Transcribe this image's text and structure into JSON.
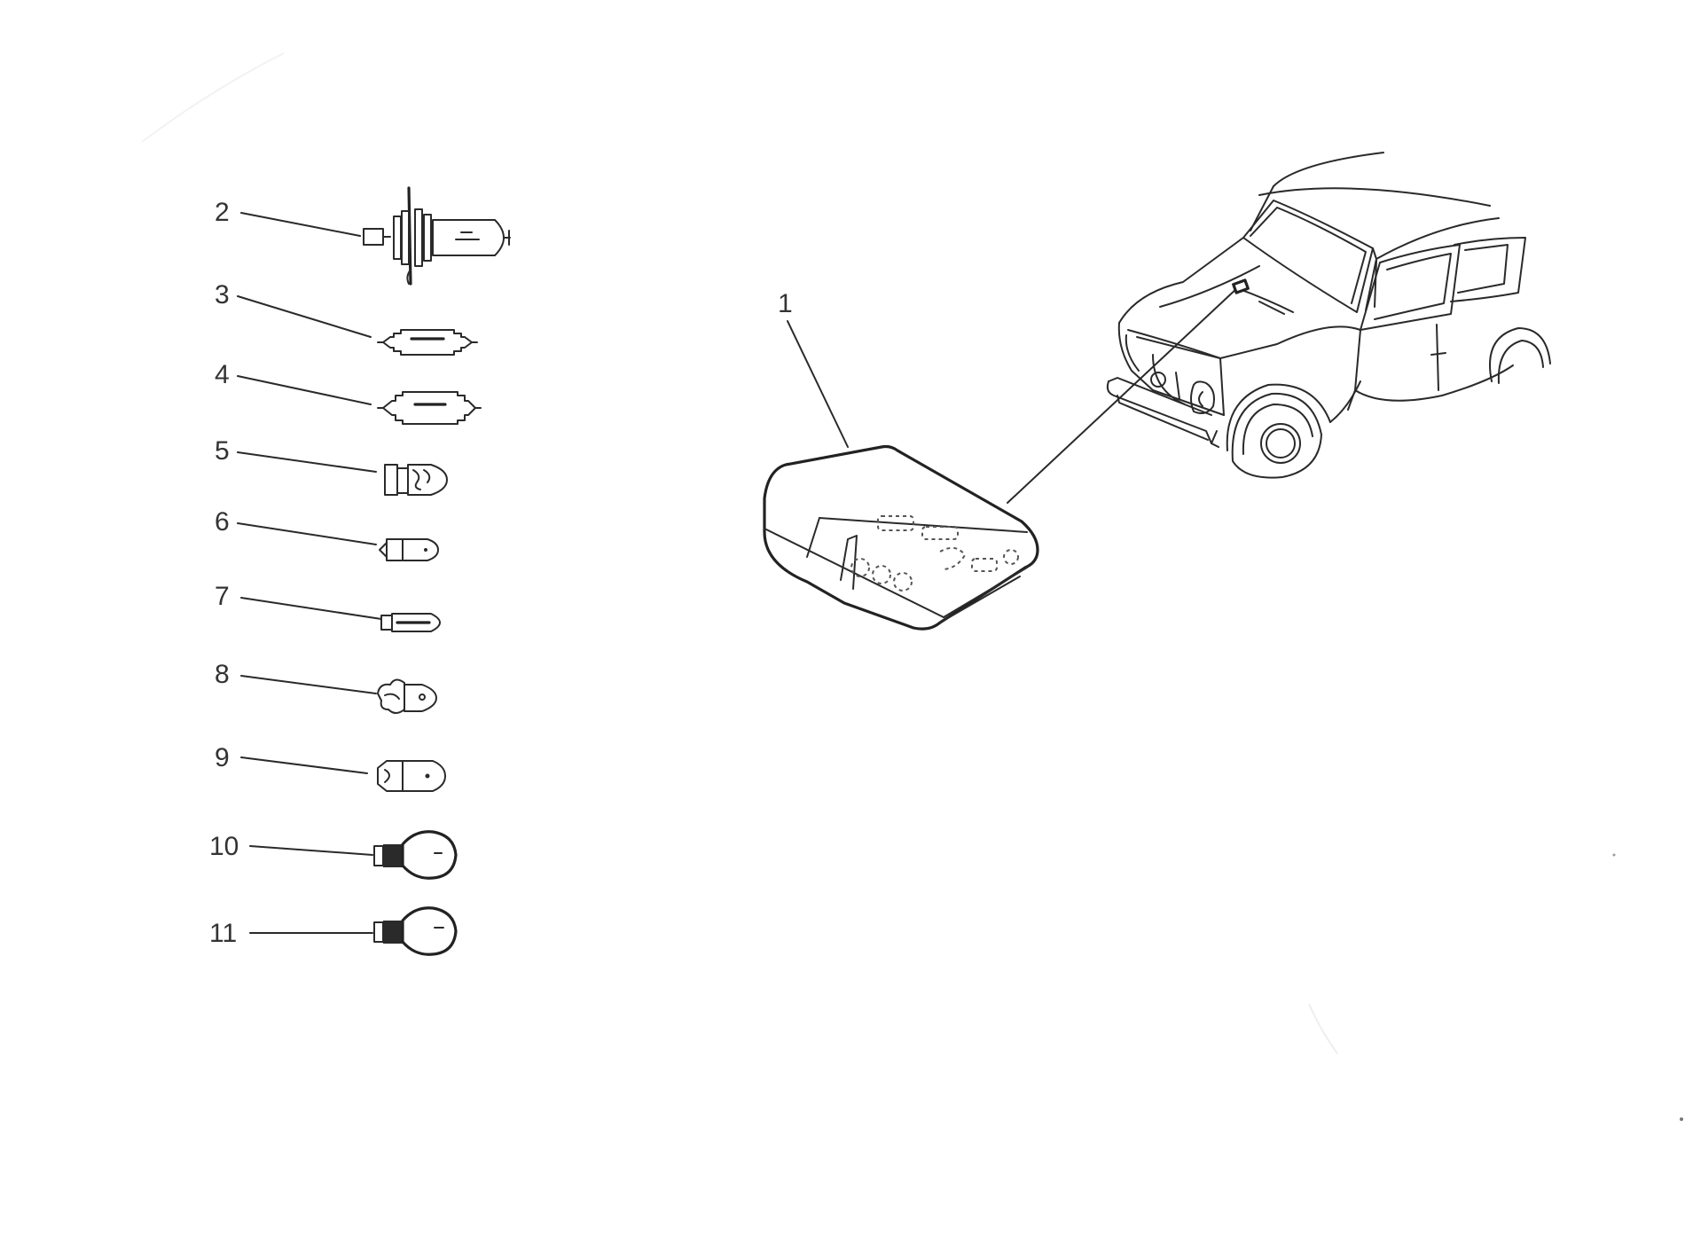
{
  "callouts": {
    "c1": "1",
    "c2": "2",
    "c3": "3",
    "c4": "4",
    "c5": "5",
    "c6": "6",
    "c7": "7",
    "c8": "8",
    "c9": "9",
    "c10": "10",
    "c11": "11"
  },
  "colors": {
    "line": "#2a2a2a",
    "background": "#ffffff"
  }
}
